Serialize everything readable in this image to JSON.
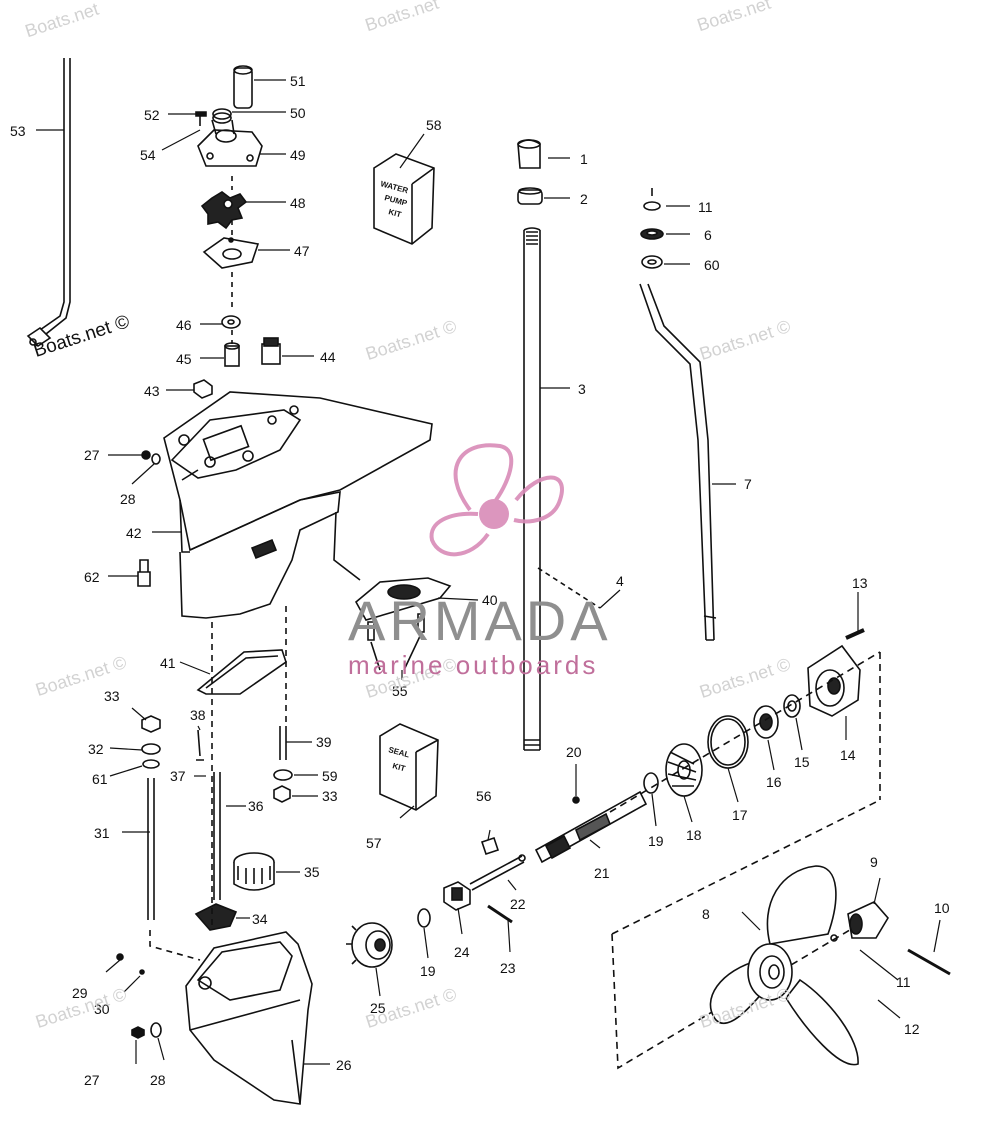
{
  "watermark": {
    "site_text": "Boats.net",
    "site_text_copyright": "Boats.net ©",
    "brand_name": "ARMADA",
    "brand_tagline": "marine outboards",
    "brand_pink": "#d98bb8",
    "brand_gray": "#8f8f8f"
  },
  "kits": {
    "water_pump": [
      "WATER",
      "PUMP",
      "KIT"
    ],
    "seal": [
      "SEAL",
      "KIT"
    ]
  },
  "callouts": [
    "1",
    "2",
    "3",
    "4",
    "6",
    "7",
    "8",
    "9",
    "10",
    "11",
    "11",
    "12",
    "13",
    "14",
    "15",
    "16",
    "17",
    "18",
    "19",
    "19",
    "20",
    "21",
    "22",
    "23",
    "24",
    "25",
    "26",
    "27",
    "27",
    "28",
    "28",
    "29",
    "30",
    "31",
    "32",
    "33",
    "33",
    "34",
    "35",
    "36",
    "37",
    "38",
    "39",
    "40",
    "41",
    "42",
    "43",
    "44",
    "45",
    "46",
    "47",
    "48",
    "49",
    "50",
    "51",
    "52",
    "53",
    "54",
    "55",
    "56",
    "57",
    "58",
    "59",
    "60",
    "61",
    "62"
  ],
  "line_color": "#111111"
}
